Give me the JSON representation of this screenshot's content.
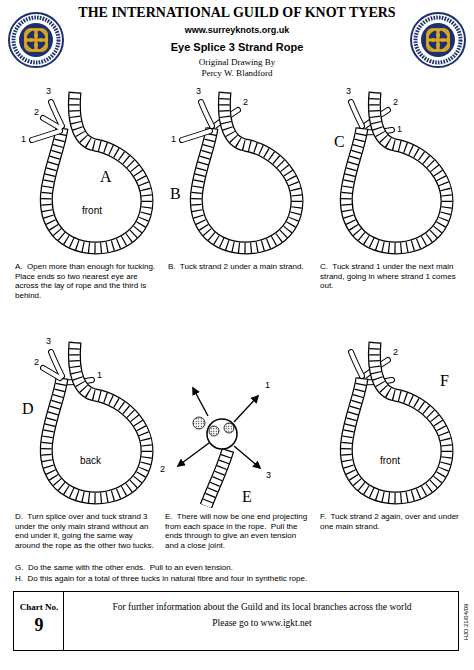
{
  "diagram": {
    "title": "THE INTERNATIONAL GUILD OF KNOT TYERS",
    "nodes": [
      {
        "text": [
          "For further information about the Guild and its local branches across the world",
          "Please go to www.igkt.net"
        ]
      },
      {
        "text": [
          "Chart No.",
          "9"
        ],
        "in": 0
      }
    ],
    "labels": [
      "www.surreyknots.org.uk",
      "Eye Splice 3 Strand Rope",
      "Original Drawing By",
      "Percy W. Blandford",
      "A",
      "3",
      "2",
      "1",
      "front",
      "B",
      "3",
      "2",
      "1",
      "C",
      "3",
      "2",
      "1",
      "D",
      "3",
      "2",
      "1",
      "back",
      "E",
      "1",
      "2",
      "3",
      "F",
      "2",
      "front",
      "A.  Open more than enough for tucking.  Place ends so two nearest eye are across the lay of rope and the third is behind.",
      "B.  Tuck strand 2 under a main strand.",
      "C.  Tuck strand 1 under the next main strand, going in where strand 1 comes out.",
      "D.  Turn splice over and tuck strand 3 under the only main strand without an end under it, going the same way around the rope as the other two tucks.",
      "E.  There will now be one end projecting from each space in the rope.  Pull the ends through to give an even tension and a close joint.",
      "F.  Tuck strand 2 again, over and under one main strand.",
      "G.  Do the same with the other ends.  Pull to an even tension.",
      "H.  Do this again for a total of three tucks in natural fibre and four in synthetic rope.",
      "HJD 21/04/09"
    ]
  }
}
